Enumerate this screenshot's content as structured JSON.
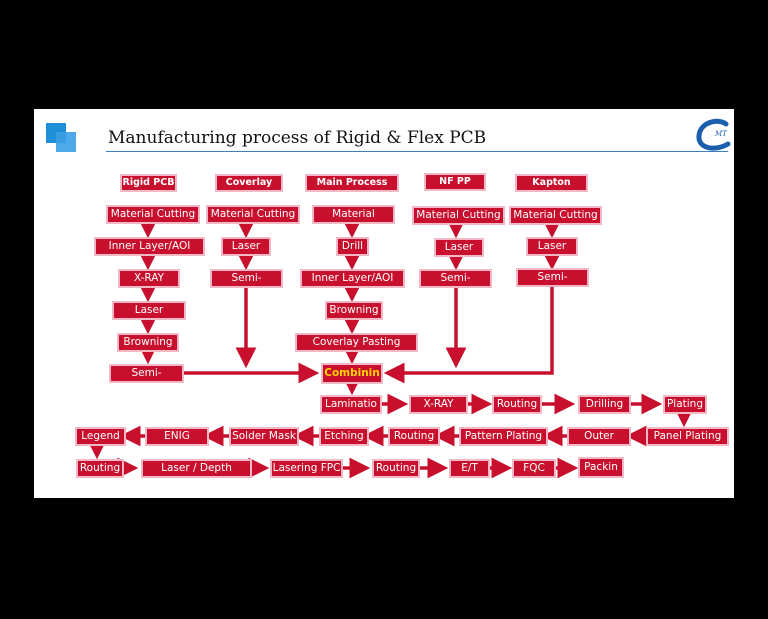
{
  "title": "Manufacturing process of Rigid & Flex PCB",
  "colors": {
    "node_fill": "#c8102e",
    "node_border": "#f2b8c6",
    "arrow": "#c8102e",
    "highlight_text": "#ffd400",
    "title_rule": "#3c7fc0"
  },
  "icons": {
    "corner": "blue-squares-icon",
    "brand": "c-logo-icon"
  },
  "nodes": {
    "rigid_pcb": "Rigid PCB",
    "coverlay": "Coverlay",
    "main_process": "Main Process",
    "nf_pp": "NF PP",
    "kapton": "Kapton",
    "rigid_material_cutting": "Material Cutting",
    "rigid_inner_layer": "Inner Layer/AOI",
    "rigid_xray": "X-RAY",
    "rigid_laser": "Laser",
    "rigid_browning": "Browning",
    "rigid_semi": "Semi-",
    "cov_material_cutting": "Material Cutting",
    "cov_laser": "Laser",
    "cov_semi": "Semi-",
    "main_material": "Material",
    "main_drill": "Drill",
    "main_inner_layer": "Inner Layer/AOI",
    "main_browning": "Browning",
    "main_coverlay_pasting": "Coverlay  Pasting",
    "combining": "Combinin",
    "nfpp_material_cutting": "Material Cutting",
    "nfpp_laser": "Laser",
    "nfpp_semi": "Semi-",
    "kap_material_cutting": "Material Cutting",
    "kap_laser": "Laser",
    "kap_semi": "Semi-",
    "lamination": "Laminatio",
    "xray2": "X-RAY",
    "routing1": "Routing",
    "drilling": "Drilling",
    "plating": "Plating",
    "panel_plating": "Panel Plating",
    "outer": "Outer",
    "pattern_plating": "Pattern Plating",
    "routing2": "Routing",
    "etching": "Etching",
    "solder_mask": "Solder Mask",
    "enig": "ENIG",
    "legend": "Legend",
    "routing3": "Routing",
    "laser_depth": "Laser / Depth",
    "lasering_fpc": "Lasering FPC",
    "routing4": "Routing",
    "et": "E/T",
    "fqc": "FQC",
    "packing": "Packin"
  }
}
